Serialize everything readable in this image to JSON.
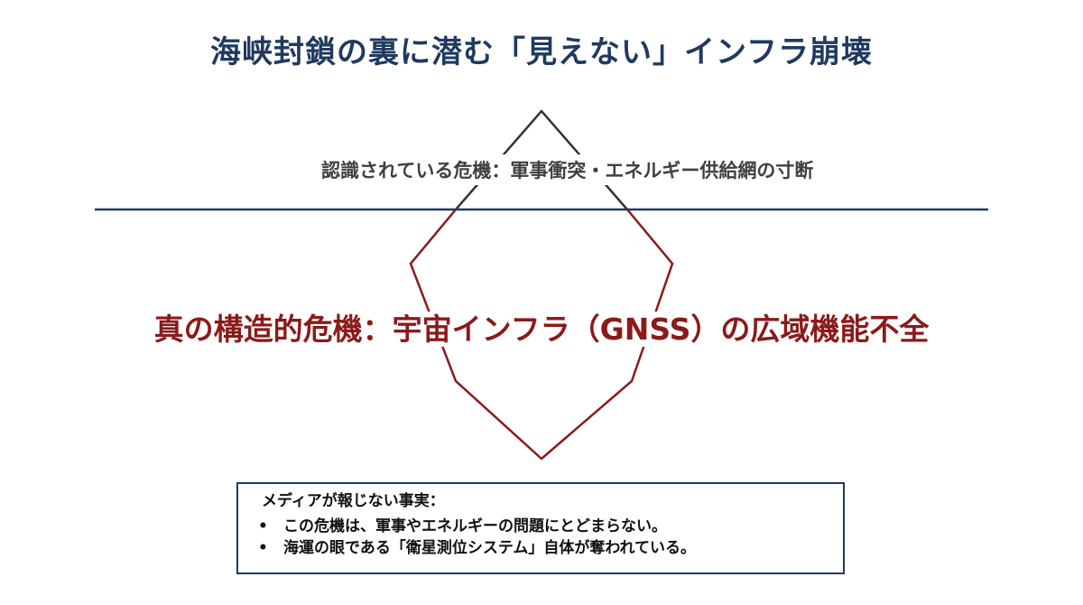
{
  "title": "海峡封鎖の裏に潜む「見えない」インフラ崩壊",
  "surface": {
    "label": "認識されている危機：軍事衝突・エネルギー供給網の寸断"
  },
  "core": {
    "label": "真の構造的危機：宇宙インフラ（GNSS）の広域機能不全"
  },
  "facts": {
    "heading": "メディアが報じない事実：",
    "bullet_glyph": "•",
    "items": [
      "この危機は、軍事やエネルギーの問題にとどまらない。",
      "海運の眼である「衛星測位システム」自体が奪われている。"
    ]
  },
  "colors": {
    "title": "#1f3a5f",
    "waterline": "#1f3a5f",
    "tip_outline": "#333333",
    "submerged_outline": "#8b1a1a",
    "core_text": "#8b1a1a"
  }
}
